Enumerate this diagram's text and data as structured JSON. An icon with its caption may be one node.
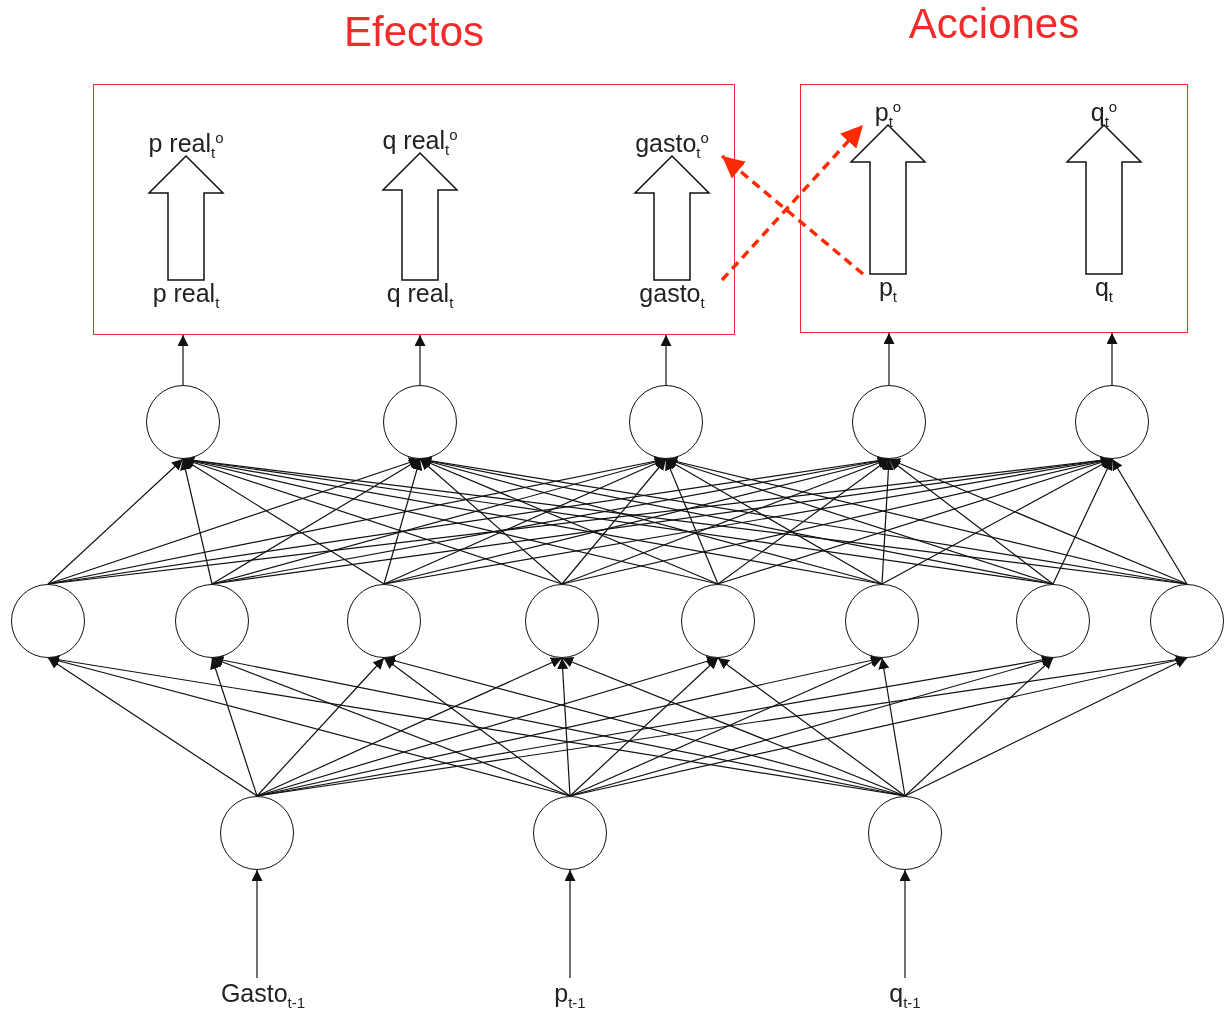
{
  "diagram": {
    "nodes": [
      {
        "text": [
          "Efectos"
        ]
      },
      {
        "text": [
          "p real$_{t}$$^{o}$"
        ],
        "in": 0
      },
      {
        "text": [
          "q real$_{t}$$^{o}$"
        ],
        "in": 0
      },
      {
        "text": [
          "gasto$_{t}$$^{o}$"
        ],
        "in": 0
      },
      {
        "text": [
          "p real$_{t}$"
        ],
        "in": 0
      },
      {
        "text": [
          "q real$_{t}$"
        ],
        "in": 0
      },
      {
        "text": [
          "gasto$_{t}$"
        ],
        "in": 0
      },
      {
        "text": [
          "Acciones"
        ]
      },
      {
        "text": [
          "p$_{t}$$^{o}$"
        ],
        "in": 7
      },
      {
        "text": [
          "q$_{t}$$^{o}$"
        ],
        "in": 7
      },
      {
        "text": [
          "p$_{t}$"
        ],
        "in": 7
      },
      {
        "text": [
          "q$_{t}$"
        ],
        "in": 7
      },
      {
        "text": [],
        "shape": "circle"
      },
      {
        "text": [],
        "shape": "circle"
      },
      {
        "text": [],
        "shape": "circle"
      },
      {
        "text": [],
        "shape": "circle"
      },
      {
        "text": [],
        "shape": "circle"
      },
      {
        "text": [],
        "shape": "circle"
      },
      {
        "text": [],
        "shape": "circle"
      },
      {
        "text": [],
        "shape": "circle"
      },
      {
        "text": [],
        "shape": "circle"
      },
      {
        "text": [],
        "shape": "circle"
      },
      {
        "text": [],
        "shape": "circle"
      },
      {
        "text": [],
        "shape": "circle"
      },
      {
        "text": [],
        "shape": "circle"
      },
      {
        "text": [],
        "shape": "circle"
      },
      {
        "text": [],
        "shape": "circle"
      },
      {
        "text": [],
        "shape": "circle"
      },
      {
        "text": [
          "Gasto$_{t-1}$"
        ]
      },
      {
        "text": [
          "p$_{t-1}$"
        ]
      },
      {
        "text": [
          "q$_{t-1}$"
        ]
      }
    ],
    "edges": [
      {
        "from": 4,
        "to": 1,
        "arrow": "to"
      },
      {
        "from": 5,
        "to": 2,
        "arrow": "to"
      },
      {
        "from": 6,
        "to": 3,
        "arrow": "to"
      },
      {
        "from": 10,
        "to": 8,
        "arrow": "to"
      },
      {
        "from": 11,
        "to": 9,
        "arrow": "to"
      },
      {
        "from": 6,
        "to": 8,
        "arrow": "to",
        "style": "dashed",
        "color": "#ff2a00"
      },
      {
        "from": 10,
        "to": 3,
        "arrow": "to",
        "style": "dashed",
        "color": "#ff2a00"
      },
      {
        "from": 12,
        "to": 0,
        "arrow": "to"
      },
      {
        "from": 13,
        "to": 0,
        "arrow": "to"
      },
      {
        "from": 14,
        "to": 0,
        "arrow": "to"
      },
      {
        "from": 15,
        "to": 7,
        "arrow": "to"
      },
      {
        "from": 16,
        "to": 7,
        "arrow": "to"
      },
      {
        "from": 17,
        "to": 12,
        "arrow": "to"
      },
      {
        "from": 17,
        "to": 13,
        "arrow": "to"
      },
      {
        "from": 17,
        "to": 14,
        "arrow": "to"
      },
      {
        "from": 17,
        "to": 15,
        "arrow": "to"
      },
      {
        "from": 17,
        "to": 16,
        "arrow": "to"
      },
      {
        "from": 18,
        "to": 12,
        "arrow": "to"
      },
      {
        "from": 18,
        "to": 13,
        "arrow": "to"
      },
      {
        "from": 18,
        "to": 14,
        "arrow": "to"
      },
      {
        "from": 18,
        "to": 15,
        "arrow": "to"
      },
      {
        "from": 18,
        "to": 16,
        "arrow": "to"
      },
      {
        "from": 19,
        "to": 12,
        "arrow": "to"
      },
      {
        "from": 19,
        "to": 13,
        "arrow": "to"
      },
      {
        "from": 19,
        "to": 14,
        "arrow": "to"
      },
      {
        "from": 19,
        "to": 15,
        "arrow": "to"
      },
      {
        "from": 19,
        "to": 16,
        "arrow": "to"
      },
      {
        "from": 20,
        "to": 12,
        "arrow": "to"
      },
      {
        "from": 20,
        "to": 13,
        "arrow": "to"
      },
      {
        "from": 20,
        "to": 14,
        "arrow": "to"
      },
      {
        "from": 20,
        "to": 15,
        "arrow": "to"
      },
      {
        "from": 20,
        "to": 16,
        "arrow": "to"
      },
      {
        "from": 21,
        "to": 12,
        "arrow": "to"
      },
      {
        "from": 21,
        "to": 13,
        "arrow": "to"
      },
      {
        "from": 21,
        "to": 14,
        "arrow": "to"
      },
      {
        "from": 21,
        "to": 15,
        "arrow": "to"
      },
      {
        "from": 21,
        "to": 16,
        "arrow": "to"
      },
      {
        "from": 22,
        "to": 12,
        "arrow": "to"
      },
      {
        "from": 22,
        "to": 13,
        "arrow": "to"
      },
      {
        "from": 22,
        "to": 14,
        "arrow": "to"
      },
      {
        "from": 22,
        "to": 15,
        "arrow": "to"
      },
      {
        "from": 22,
        "to": 16,
        "arrow": "to"
      },
      {
        "from": 23,
        "to": 12,
        "arrow": "to"
      },
      {
        "from": 23,
        "to": 13,
        "arrow": "to"
      },
      {
        "from": 23,
        "to": 14,
        "arrow": "to"
      },
      {
        "from": 23,
        "to": 15,
        "arrow": "to"
      },
      {
        "from": 23,
        "to": 16,
        "arrow": "to"
      },
      {
        "from": 24,
        "to": 12,
        "arrow": "to"
      },
      {
        "from": 24,
        "to": 13,
        "arrow": "to"
      },
      {
        "from": 24,
        "to": 14,
        "arrow": "to"
      },
      {
        "from": 24,
        "to": 15,
        "arrow": "to"
      },
      {
        "from": 24,
        "to": 16,
        "arrow": "to"
      },
      {
        "from": 25,
        "to": 17,
        "arrow": "to"
      },
      {
        "from": 25,
        "to": 18,
        "arrow": "to"
      },
      {
        "from": 25,
        "to": 19,
        "arrow": "to"
      },
      {
        "from": 25,
        "to": 20,
        "arrow": "to"
      },
      {
        "from": 25,
        "to": 21,
        "arrow": "to"
      },
      {
        "from": 25,
        "to": 22,
        "arrow": "to"
      },
      {
        "from": 25,
        "to": 23,
        "arrow": "to"
      },
      {
        "from": 25,
        "to": 24,
        "arrow": "to"
      },
      {
        "from": 26,
        "to": 17,
        "arrow": "to"
      },
      {
        "from": 26,
        "to": 18,
        "arrow": "to"
      },
      {
        "from": 26,
        "to": 19,
        "arrow": "to"
      },
      {
        "from": 26,
        "to": 20,
        "arrow": "to"
      },
      {
        "from": 26,
        "to": 21,
        "arrow": "to"
      },
      {
        "from": 26,
        "to": 22,
        "arrow": "to"
      },
      {
        "from": 26,
        "to": 23,
        "arrow": "to"
      },
      {
        "from": 26,
        "to": 24,
        "arrow": "to"
      },
      {
        "from": 27,
        "to": 17,
        "arrow": "to"
      },
      {
        "from": 27,
        "to": 18,
        "arrow": "to"
      },
      {
        "from": 27,
        "to": 19,
        "arrow": "to"
      },
      {
        "from": 27,
        "to": 20,
        "arrow": "to"
      },
      {
        "from": 27,
        "to": 21,
        "arrow": "to"
      },
      {
        "from": 27,
        "to": 22,
        "arrow": "to"
      },
      {
        "from": 27,
        "to": 23,
        "arrow": "to"
      },
      {
        "from": 27,
        "to": 24,
        "arrow": "to"
      },
      {
        "from": 28,
        "to": 25,
        "arrow": "to"
      },
      {
        "from": 29,
        "to": 26,
        "arrow": "to"
      },
      {
        "from": 30,
        "to": 27,
        "arrow": "to"
      }
    ]
  }
}
